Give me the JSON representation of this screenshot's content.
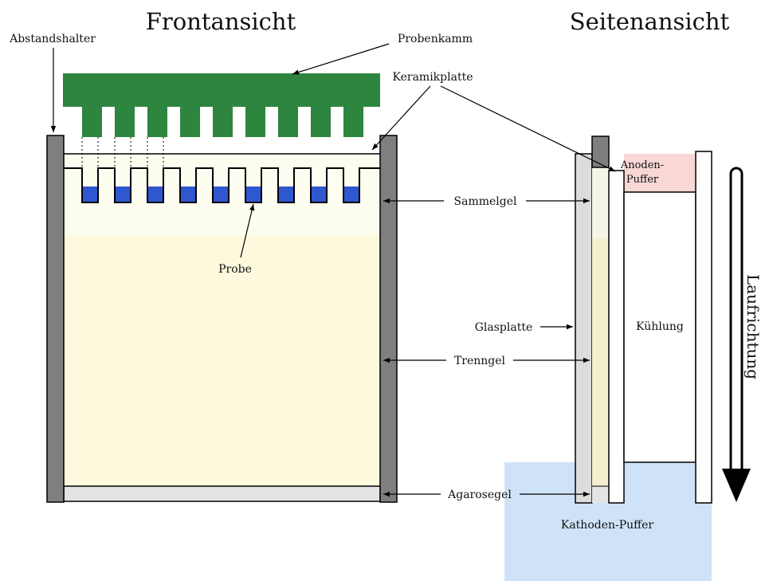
{
  "front_title": "Frontansicht",
  "side_title": "Seitenansicht",
  "labels": {
    "spacer": "Abstandshalter",
    "comb": "Probenkamm",
    "ceramic_plate": "Keramikplatte",
    "stacking_gel": "Sammelgel",
    "sample": "Probe",
    "glass_plate": "Glasplatte",
    "resolving_gel": "Trenngel",
    "agarose_gel": "Agarosegel",
    "anode_buffer_line1": "Anoden-",
    "anode_buffer_line2": "Puffer",
    "cooling": "Kühlung",
    "cathode_buffer": "Kathoden-Puffer",
    "run_direction": "Laufrichtung"
  },
  "colors": {
    "comb": "#2e8540",
    "sample": "#2f57cf",
    "spacer": "#7f7f7f",
    "resolving_gel": "#fdf9dd",
    "stacking_gel": "#fdfdf0",
    "agarose_gel": "#e4e4e4",
    "anode_buffer": "#f8d7d5",
    "cathode_buffer": "#cfe3f8",
    "glass_plate": "#dcdcdc"
  }
}
